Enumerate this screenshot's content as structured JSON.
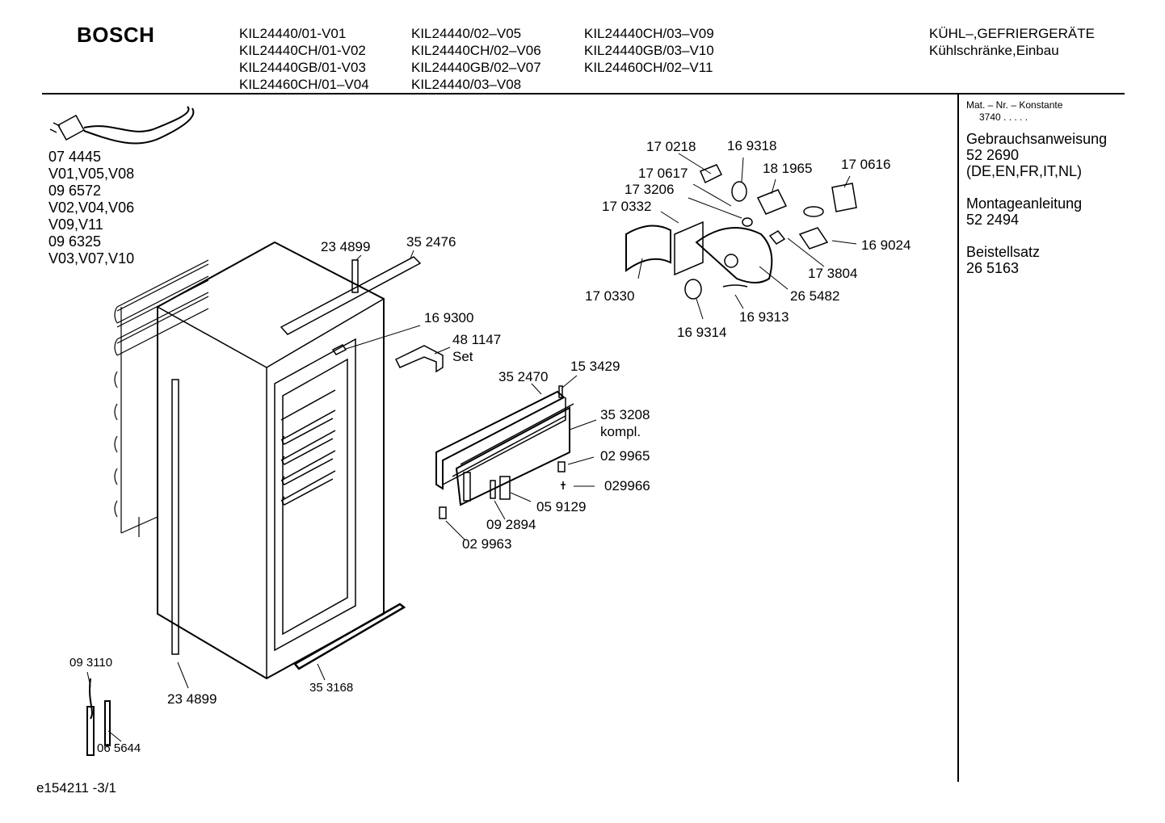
{
  "header": {
    "brand": "BOSCH",
    "models_col1": [
      "KIL24440/01-V01",
      "KIL24440CH/01-V02",
      "KIL24440GB/01-V03",
      "KIL24460CH/01–V04"
    ],
    "models_col2": [
      "KIL24440/02–V05",
      "KIL24440CH/02–V06",
      "KIL24440GB/02–V07",
      "KIL24440/03–V08"
    ],
    "models_col3": [
      "KIL24440CH/03–V09",
      "KIL24440GB/03–V10",
      "KIL24460CH/02–V11"
    ],
    "category_line1": "KÜHL–,GEFRIERGERÄTE",
    "category_line2": "Kühlschränke,Einbau"
  },
  "sidebar": {
    "mat_label": "Mat. – Nr. – Konstante",
    "mat_value": "3740  .   .   .   .   .",
    "blocks": [
      {
        "title": "Gebrauchsanweisung",
        "number": "52 2690",
        "note": "(DE,EN,FR,IT,NL)"
      },
      {
        "title": "Montageanleitung",
        "number": "52 2494",
        "note": ""
      },
      {
        "title": "Beistellsatz",
        "number": "26 5163",
        "note": ""
      }
    ]
  },
  "cable_info": [
    "07 4445",
    "V01,V05,V08",
    "09 6572",
    "V02,V04,V06",
    "V09,V11",
    "09 6325",
    "V03,V07,V10"
  ],
  "parts": {
    "p_170218": "17 0218",
    "p_169318": "16 9318",
    "p_181965": "18 1965",
    "p_170616": "17 0616",
    "p_170617": "17 0617",
    "p_173206": "17 3206",
    "p_170332": "17 0332",
    "p_169024": "16 9024",
    "p_173804": "17 3804",
    "p_265482": "26 5482",
    "p_170330": "17 0330",
    "p_169313": "16 9313",
    "p_169314": "16 9314",
    "p_234899_top": "23 4899",
    "p_352476": "35 2476",
    "p_169300": "16 9300",
    "p_481147": "48 1147",
    "p_481147_set": "Set",
    "p_352470": "35 2470",
    "p_153429": "15 3429",
    "p_353208": "35 3208",
    "p_353208_kompl": "kompl.",
    "p_029965": "02 9965",
    "p_029966": "029966",
    "p_059129": "05 9129",
    "p_092894": "09 2894",
    "p_029963": "02 9963",
    "p_093110": "09 3110",
    "p_065644": "06 5644",
    "p_234899_bottom": "23 4899",
    "p_353168": "35 3168"
  },
  "footer": {
    "doc_id": "e154211 -3/1"
  }
}
